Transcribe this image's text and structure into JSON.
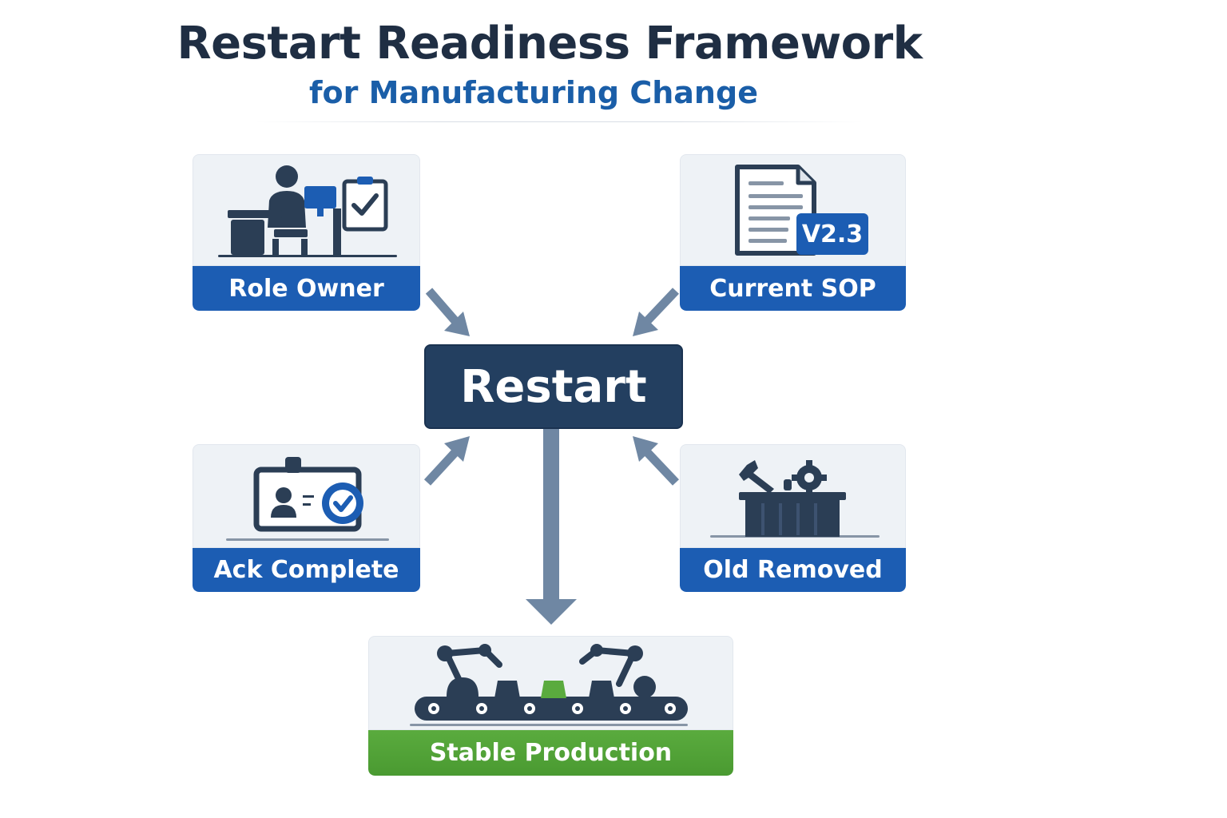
{
  "header": {
    "title": "Restart Readiness Framework",
    "subtitle": "for Manufacturing Change"
  },
  "center": {
    "label": "Restart"
  },
  "cards": {
    "role_owner": {
      "label": "Role Owner",
      "icon": "worker-at-desk-icon"
    },
    "current_sop": {
      "label": "Current SOP",
      "icon": "document-icon",
      "version": "V2.3"
    },
    "ack_complete": {
      "label": "Ack Complete",
      "icon": "id-badge-check-icon"
    },
    "old_removed": {
      "label": "Old Removed",
      "icon": "tools-bin-icon"
    },
    "stable_production": {
      "label": "Stable Production",
      "icon": "production-line-icon"
    }
  },
  "colors": {
    "title": "#1f2e43",
    "subtitle": "#1a5ea8",
    "label_blue": "#1c5db3",
    "label_green": "#4a9a31",
    "center_box": "#233f60",
    "arrow": "#6f87a3",
    "icon_dark": "#2b3e55"
  }
}
